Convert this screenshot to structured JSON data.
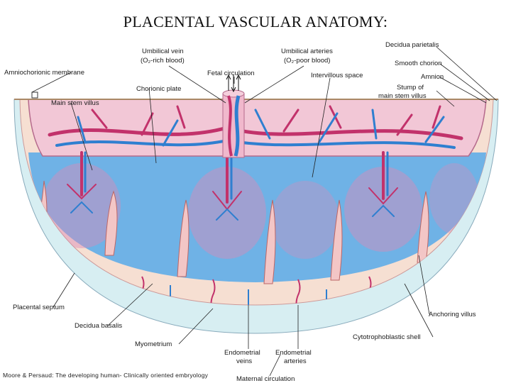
{
  "title": "PLACENTAL VASCULAR ANATOMY:",
  "credit": "Moore & Persaud: The developing human- Clinically oriented embryology",
  "colors": {
    "artery_red": "#c2326b",
    "vein_blue": "#2f7fd0",
    "intervillous_blue": "#6fb2e6",
    "chorionic_plate": "#f2c7d6",
    "decidua": "#f6dfd2",
    "myometrium": "#d7eef2"
  },
  "labels": {
    "umbilical_vein_1": "Umbilical vein",
    "umbilical_vein_2": "(O₂-rich blood)",
    "umbilical_arteries_1": "Umbilical arteries",
    "umbilical_arteries_2": "(O₂-poor blood)",
    "fetal_circulation": "Fetal circulation",
    "intervillous_space": "Intervillous space",
    "decidua_parietalis": "Decidua parietalis",
    "smooth_chorion": "Smooth chorion",
    "amnion": "Amnion",
    "stump_1": "Stump of",
    "stump_2": "main stem villus",
    "amniochorionic_membrane": "Amniochorionic membrane",
    "chorionic_plate": "Chorionic plate",
    "main_stem_villus": "Main stem villus",
    "placental_septum": "Placental septum",
    "decidua_basalis": "Decidua basalis",
    "myometrium": "Myometrium",
    "endometrial_veins_1": "Endometrial",
    "endometrial_veins_2": "veins",
    "endometrial_arteries_1": "Endometrial",
    "endometrial_arteries_2": "arteries",
    "maternal_circulation": "Maternal circulation",
    "anchoring_villus": "Anchoring villus",
    "cytotrophoblastic_shell": "Cytotrophoblastic shell"
  }
}
